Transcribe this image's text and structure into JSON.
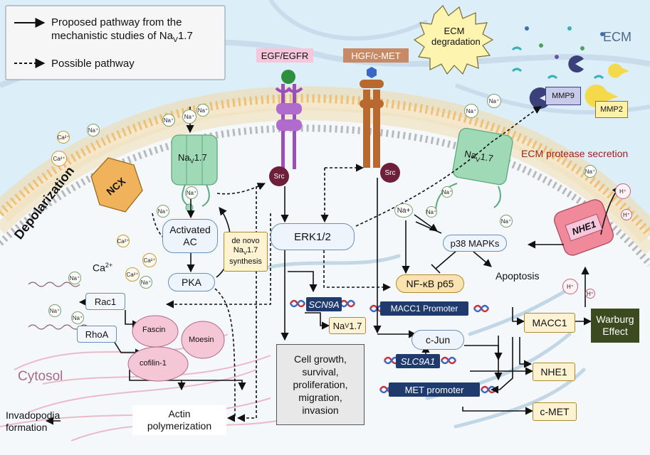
{
  "legend": {
    "solid_label_line1": "Proposed pathway from the",
    "solid_label_line2_prefix": "mechanistic studies of Na",
    "solid_label_line2_sub": "V",
    "solid_label_line2_suffix": "1.7",
    "dashed_label": "Possible pathway"
  },
  "regions": {
    "ecm": "ECM",
    "cytosol": "Cytosol",
    "depolarization": "Depolarization",
    "ecm_degradation_line1": "ECM",
    "ecm_degradation_line2": "degradation",
    "ecm_protease_secretion": "ECM protease secretion"
  },
  "receptors": {
    "egf": "EGF/EGFR",
    "hgf": "HGF/c-MET",
    "src": "Src"
  },
  "channels": {
    "nav_left_prefix": "Na",
    "nav_sub": "V",
    "nav_suffix": "1.7",
    "ncx": "NCX",
    "nhe1_membrane": "NHE1"
  },
  "enzymes": {
    "mmp9": "MMP9",
    "mmp2": "MMP2"
  },
  "ions": {
    "na": "Na⁺",
    "ca": "Ca²⁺",
    "h": "H⁺",
    "big_ca": "Ca",
    "big_ca_sup": "2+",
    "na_small": "Na+"
  },
  "nodes": {
    "activated_ac_1": "Activated",
    "activated_ac_2": "AC",
    "pka": "PKA",
    "denovo_1": "de novo",
    "denovo_2_prefix": "Na",
    "denovo_2_suffix": "1.7",
    "denovo_3": "synthesis",
    "rac1": "Rac1",
    "rhoa": "RhoA",
    "fascin": "Fascin",
    "moesin": "Moesin",
    "cofilin": "cofilin-1",
    "erk": "ERK1/2",
    "scn9a": "SCN9A",
    "nav_out_prefix": "Na",
    "nav_out_suffix": "1.7",
    "cell_growth_1": "Cell growth,",
    "cell_growth_2": "survival,",
    "cell_growth_3": "proliferation,",
    "cell_growth_4": "migration,",
    "cell_growth_5": "invasion",
    "p38": "p38 MAPKs",
    "apoptosis": "Apoptosis",
    "nfkb": "NF-κB p65",
    "macc1_promoter": "MACC1 Promoter",
    "macc1": "MACC1",
    "warburg_1": "Warburg",
    "warburg_2": "Effect",
    "cjun": "c-Jun",
    "slc9a1": "SLC9A1",
    "nhe1": "NHE1",
    "met_promoter": "MET promoter",
    "cmet": "c-MET",
    "invadopodia_1": "Invadopodia",
    "invadopodia_2": "formation",
    "actin_1": "Actin",
    "actin_2": "polymerization"
  },
  "colors": {
    "membrane": "#e6a53c",
    "membrane_inner": "#bdbdbd",
    "channel_green": "#9fd9b6",
    "ncx_orange": "#f0b25a",
    "nhe1_pink": "#f08a9b",
    "egfr_purple": "#9b4fb8",
    "met_brown": "#b8692f",
    "src_maroon": "#6e1f3a",
    "gene_navy": "#1f3b6e",
    "warburg_green": "#3b4a1f"
  }
}
